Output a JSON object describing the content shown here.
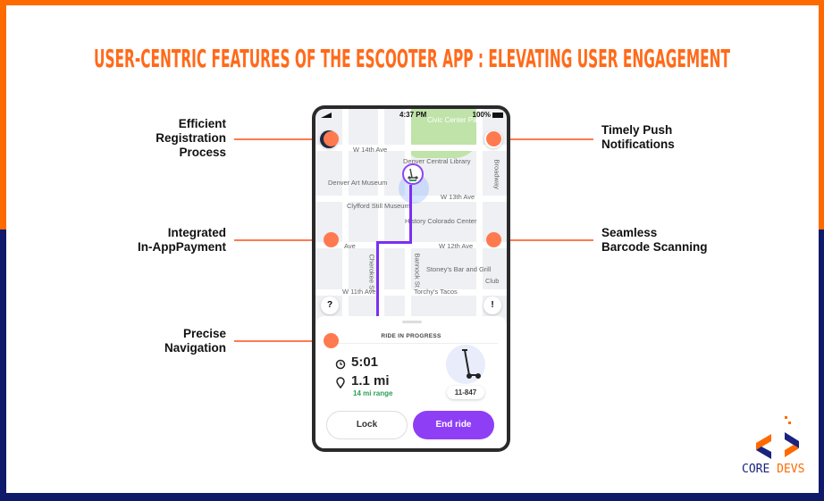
{
  "title": "USER-CENTRIC FEATURES OF THE ESCOOTER APP : ELEVATING USER ENGAGEMENT",
  "colors": {
    "accent": "#ff6a00",
    "navy": "#0f1a6b",
    "connector": "#ff7a4f",
    "purple": "#8e3ff5"
  },
  "features_left": [
    {
      "line1": "Efficient",
      "line2": "Registration",
      "line3": "Process"
    },
    {
      "line1": "Integrated",
      "line2": "In-AppPayment"
    },
    {
      "line1": "Precise",
      "line2": "Navigation"
    }
  ],
  "features_right": [
    {
      "line1": "Timely Push",
      "line2": "Notifications"
    },
    {
      "line1": "Seamless",
      "line2": "Barcode Scanning"
    }
  ],
  "phone": {
    "status": {
      "time": "4:37 PM",
      "battery": "100%"
    },
    "map_labels": [
      "Civic Center Park",
      "W 14th Ave",
      "Denver Central Library",
      "Denver Art Museum",
      "W 13th Ave",
      "Clyfford Still Museum",
      "History Colorado Center",
      "Ave",
      "W 12th Ave",
      "Stoney's Bar and Grill",
      "W 11th Ave",
      "Torchy's Tacos",
      "Club",
      "Broadway",
      "Bannock St",
      "Cherokee St"
    ],
    "help_button": "?",
    "alert_button": "!",
    "sheet": {
      "status": "RIDE IN PROGRESS",
      "time": "5:01",
      "distance": "1.1 mi",
      "range": "14 mi range",
      "scooter_id": "11-847",
      "lock": "Lock",
      "end_ride": "End ride"
    }
  },
  "brand": {
    "name_a": "CORE",
    "name_b": "DEVS"
  }
}
